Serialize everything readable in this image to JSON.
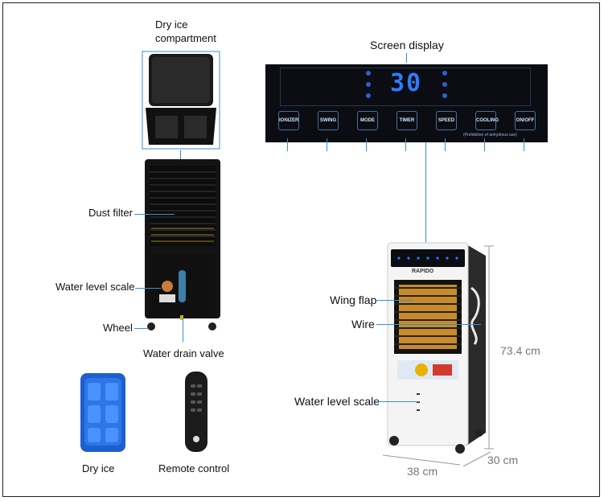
{
  "labels": {
    "dry_ice_compartment": "Dry ice compartment",
    "dust_filter": "Dust filter",
    "water_level_scale_left": "Water level scale",
    "wheel": "Wheel",
    "water_drain_valve": "Water drain valve",
    "dry_ice": "Dry ice",
    "remote_control": "Remote control",
    "screen_display": "Screen display",
    "wing_flap": "Wing flap",
    "wire": "Wire",
    "water_level_scale_right": "Water level scale"
  },
  "dimensions": {
    "height": "73.4 cm",
    "depth": "30 cm",
    "width": "38 cm"
  },
  "panel": {
    "temperature": "30",
    "buttons": [
      "IONIZER",
      "SWING",
      "MODE",
      "TIMER",
      "SPEED",
      "COOLING",
      "ON/OFF"
    ],
    "note": "(Prohibition of anhydrous use)"
  },
  "brand": "RAPIDO",
  "colors": {
    "accent_line": "#3a8fd0",
    "display_blue": "#2f7bff",
    "panel_bg": "#0b0d12"
  }
}
